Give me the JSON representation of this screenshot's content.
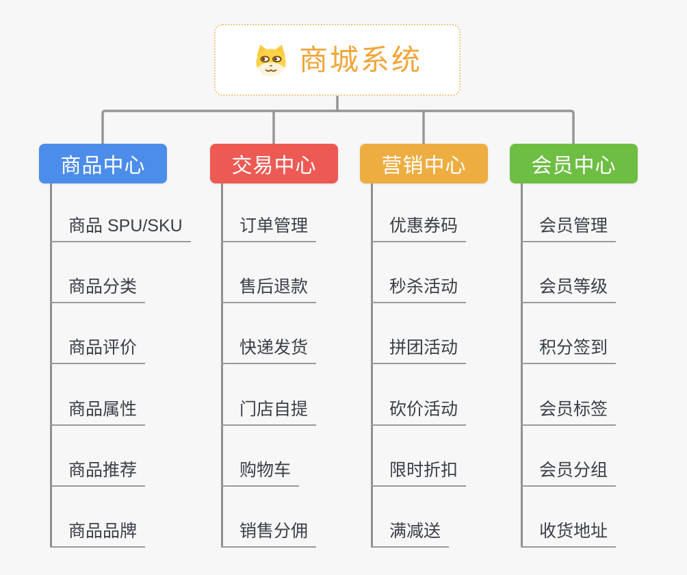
{
  "root": {
    "title": "商城系统",
    "icon": "shiba-dog-icon"
  },
  "colors": {
    "background": "#f7f7f7",
    "root_title": "#f0a63b",
    "root_border": "#f2c47c",
    "connector": "#969696",
    "leaf_line": "#999999",
    "leaf_text": "#3a3e46"
  },
  "branches": [
    {
      "label": "商品中心",
      "color": "#4d8dea",
      "items": [
        "商品 SPU/SKU",
        "商品分类",
        "商品评价",
        "商品属性",
        "商品推荐",
        "商品品牌"
      ]
    },
    {
      "label": "交易中心",
      "color": "#ed5a54",
      "items": [
        "订单管理",
        "售后退款",
        "快递发货",
        "门店自提",
        "购物车",
        "销售分佣"
      ]
    },
    {
      "label": "营销中心",
      "color": "#edad41",
      "items": [
        "优惠券码",
        "秒杀活动",
        "拼团活动",
        "砍价活动",
        "限时折扣",
        "满减送"
      ]
    },
    {
      "label": "会员中心",
      "color": "#6ebe44",
      "items": [
        "会员管理",
        "会员等级",
        "积分签到",
        "会员标签",
        "会员分组",
        "收货地址"
      ]
    }
  ]
}
